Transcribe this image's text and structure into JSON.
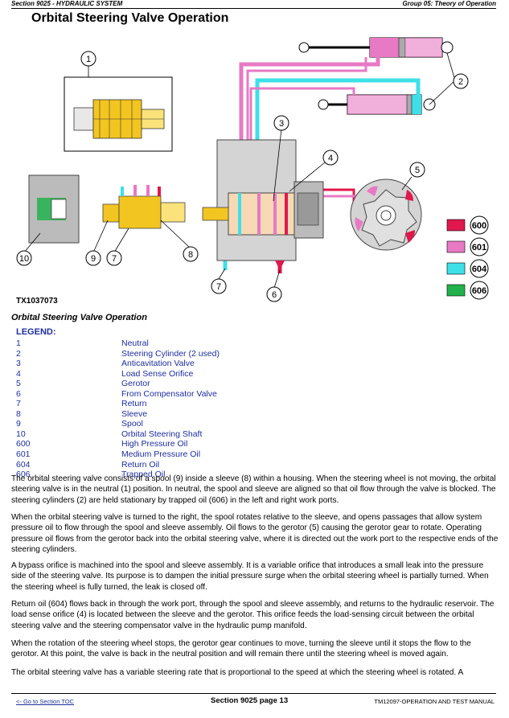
{
  "header": {
    "section": "Section 9025 - HYDRAULIC SYSTEM",
    "group": "Group 05: Theory of Operation"
  },
  "page_title": "Orbital Steering Valve Operation",
  "figure": {
    "callouts": [
      "1",
      "2",
      "3",
      "4",
      "5",
      "6",
      "7",
      "7",
      "8",
      "9",
      "10"
    ],
    "color_key": [
      {
        "code": "600",
        "color": "#e0184e"
      },
      {
        "code": "601",
        "color": "#e879c4"
      },
      {
        "code": "604",
        "color": "#3ee0e8"
      },
      {
        "code": "606",
        "color": "#22b14c"
      }
    ],
    "tx_number": "TX1037073"
  },
  "caption": "Orbital Steering Valve Operation",
  "legend": {
    "title": "LEGEND:",
    "items": [
      {
        "num": "1",
        "label": "Neutral"
      },
      {
        "num": "2",
        "label": "Steering Cylinder (2 used)"
      },
      {
        "num": "3",
        "label": "Anticavitation Valve"
      },
      {
        "num": "4",
        "label": "Load Sense Orifice"
      },
      {
        "num": "5",
        "label": "Gerotor"
      },
      {
        "num": "6",
        "label": "From Compensator Valve"
      },
      {
        "num": "7",
        "label": "Return"
      },
      {
        "num": "8",
        "label": "Sleeve"
      },
      {
        "num": "9",
        "label": "Spool"
      },
      {
        "num": "10",
        "label": "Orbital Steering Shaft"
      },
      {
        "num": "600",
        "label": "High Pressure Oil"
      },
      {
        "num": "601",
        "label": "Medium Pressure Oil"
      },
      {
        "num": "604",
        "label": "Return Oil"
      },
      {
        "num": "606",
        "label": "Trapped Oil"
      }
    ]
  },
  "paragraphs": [
    "The orbital steering valve consists of a spool (9) inside a sleeve (8) within a housing. When the steering wheel is not moving, the orbital steering valve is in the neutral (1) position. In neutral, the spool and sleeve are aligned so that oil flow through the valve is blocked. The steering cylinders (2) are held stationary by trapped oil (606) in the left and right work ports.",
    "When the orbital steering valve is turned to the right, the spool rotates relative to the sleeve, and opens passages that allow system pressure oil to flow through the spool and sleeve assembly. Oil flows to the gerotor (5) causing the gerotor gear to rotate. Operating pressure oil flows from the gerotor back into the orbital steering valve, where it is directed out the work port to the respective ends of the steering cylinders.",
    "A bypass orifice is machined into the spool and sleeve assembly. It is a variable orifice that introduces a small leak into the pressure side of the steering valve. Its purpose is to dampen the initial pressure surge when the orbital steering wheel is partially turned. When the steering wheel is fully turned, the leak is closed off.",
    "Return oil (604) flows back in through the work port, through the spool and sleeve assembly, and returns to the hydraulic reservoir. The load sense orifice (4) is located between the sleeve and the gerotor. This orifice feeds the load-sensing circuit between the orbital steering valve and the steering compensator valve in the hydraulic pump manifold.",
    "When the rotation of the steering wheel stops, the gerotor gear continues to move, turning the sleeve until it stops the flow to the gerotor. At this point, the valve is back in the neutral position and will remain there until the steering wheel is moved again.",
    "The orbital steering valve has a variable steering rate that is proportional to the speed at which the steering wheel is rotated. A"
  ],
  "footer": {
    "toc_link": "<- Go to Section TOC",
    "page": "Section 9025 page 13",
    "manual": "TM12097-OPERATION AND TEST MANUAL"
  }
}
